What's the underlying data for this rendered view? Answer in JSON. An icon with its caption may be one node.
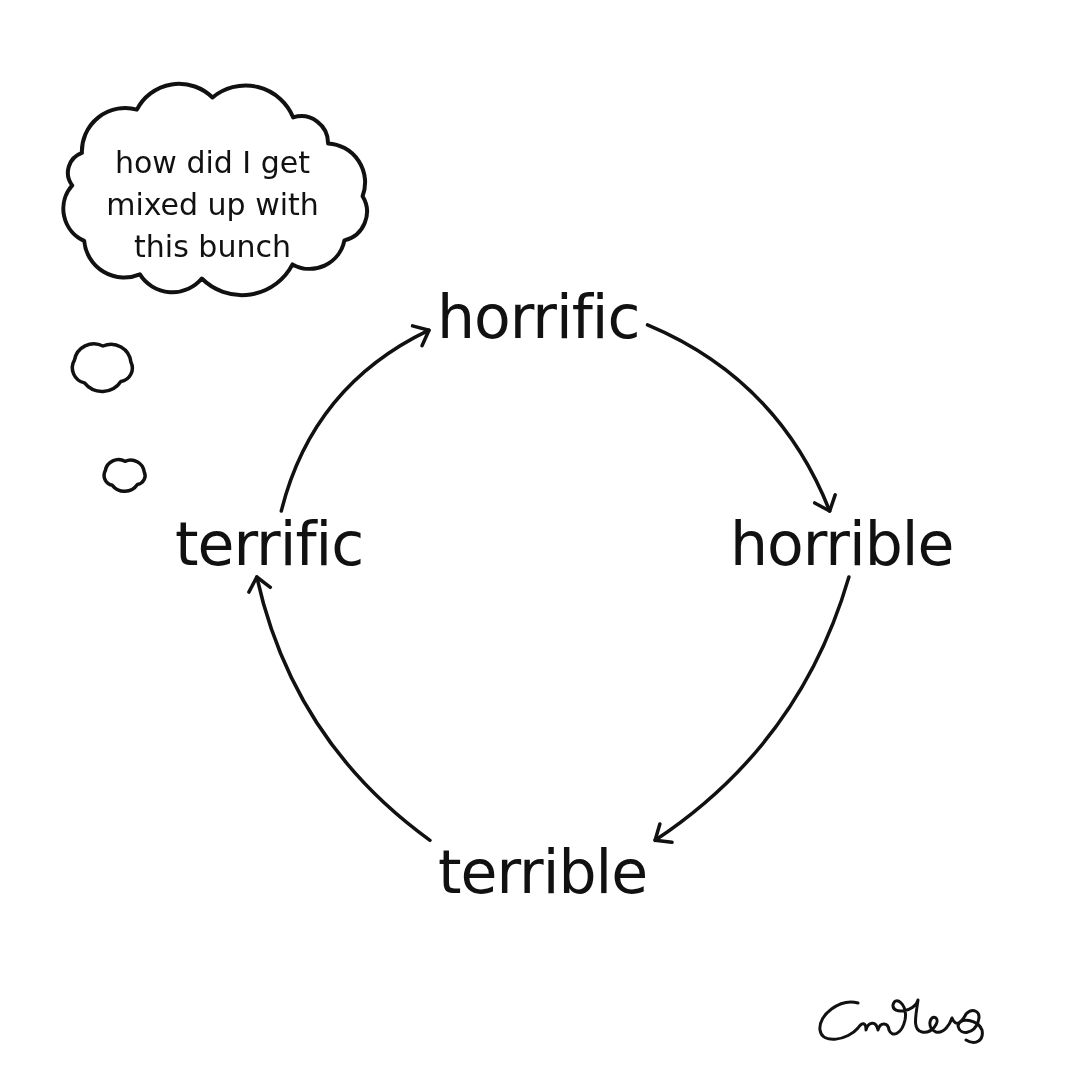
{
  "diagram": {
    "nodes": [
      {
        "text": [
          "how did I get mixed up with this bunch"
        ]
      },
      {
        "text": [
          "horrific"
        ]
      },
      {
        "text": [],
        "shape": "cloud"
      },
      {
        "text": [],
        "shape": "cloud"
      },
      {
        "text": [
          "terrific"
        ]
      },
      {
        "text": [
          "horrible"
        ]
      },
      {
        "text": [
          "terrible"
        ]
      }
    ],
    "edges": [
      {
        "from": 1,
        "to": 5,
        "arrow": "to"
      },
      {
        "from": 5,
        "to": 6,
        "arrow": "to"
      },
      {
        "from": 6,
        "to": 4,
        "arrow": "to"
      },
      {
        "from": 4,
        "to": 1,
        "arrow": "to"
      }
    ]
  }
}
